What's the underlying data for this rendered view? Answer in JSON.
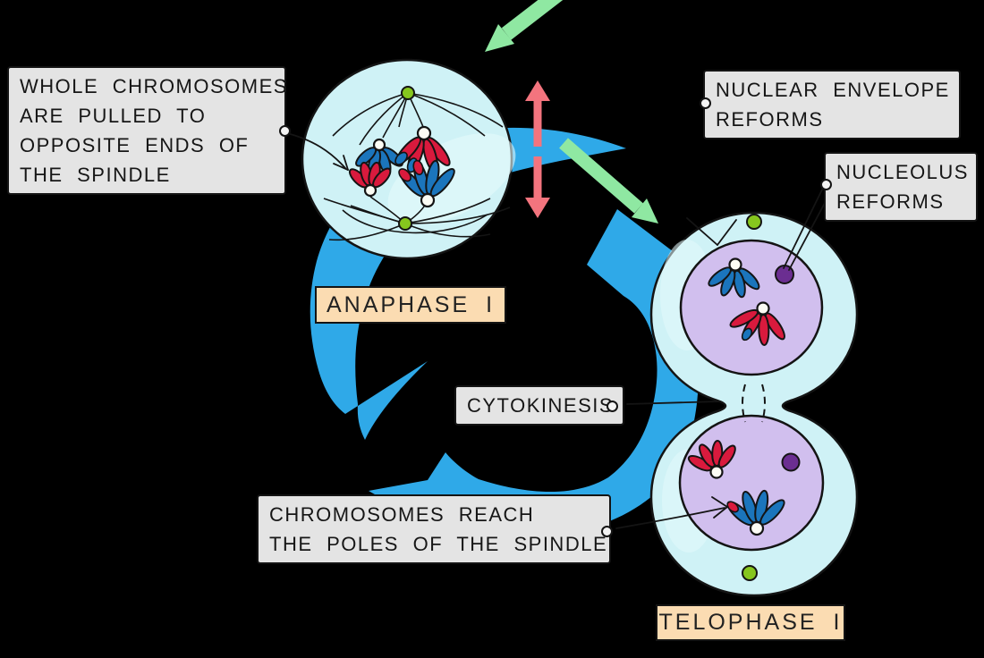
{
  "callouts": {
    "whole_chromosomes": {
      "lines": [
        "WHOLE CHROMOSOMES",
        "ARE PULLED TO",
        "OPPOSITE ENDS OF",
        "THE SPINDLE"
      ]
    },
    "nuclear_envelope": {
      "lines": [
        "NUCLEAR ENVELOPE",
        "REFORMS"
      ]
    },
    "nucleolus_reforms": {
      "lines": [
        "NUCLEOLUS",
        "REFORMS"
      ]
    },
    "cytokinesis": {
      "lines": [
        "CYTOKINESIS"
      ]
    },
    "chromosomes_reach": {
      "lines": [
        "CHROMOSOMES REACH",
        "THE POLES OF THE SPINDLE"
      ]
    }
  },
  "phases": {
    "anaphase": "ANAPHASE I",
    "telophase": "TELOPHASE I"
  },
  "colors": {
    "background": "#000000",
    "cycle_arrow_blue": "#2FA9E8",
    "direction_arrow_green": "#8FE8A2",
    "double_arrow_red": "#F3747E",
    "cell_cytoplasm": "#CFF2F6",
    "cell_sheen": "#E4FAFC",
    "nucleus": "#D1BFEE",
    "chromosome_red": "#D91A3D",
    "chromosome_blue": "#1B75BC",
    "centromere_white": "#FCFCF4",
    "centrosome_green": "#86C61E",
    "nucleolus_purple": "#6B2E91",
    "callout_bg": "#E4E4E4",
    "phase_label_bg": "#FBDCB2",
    "outline": "#141414"
  }
}
